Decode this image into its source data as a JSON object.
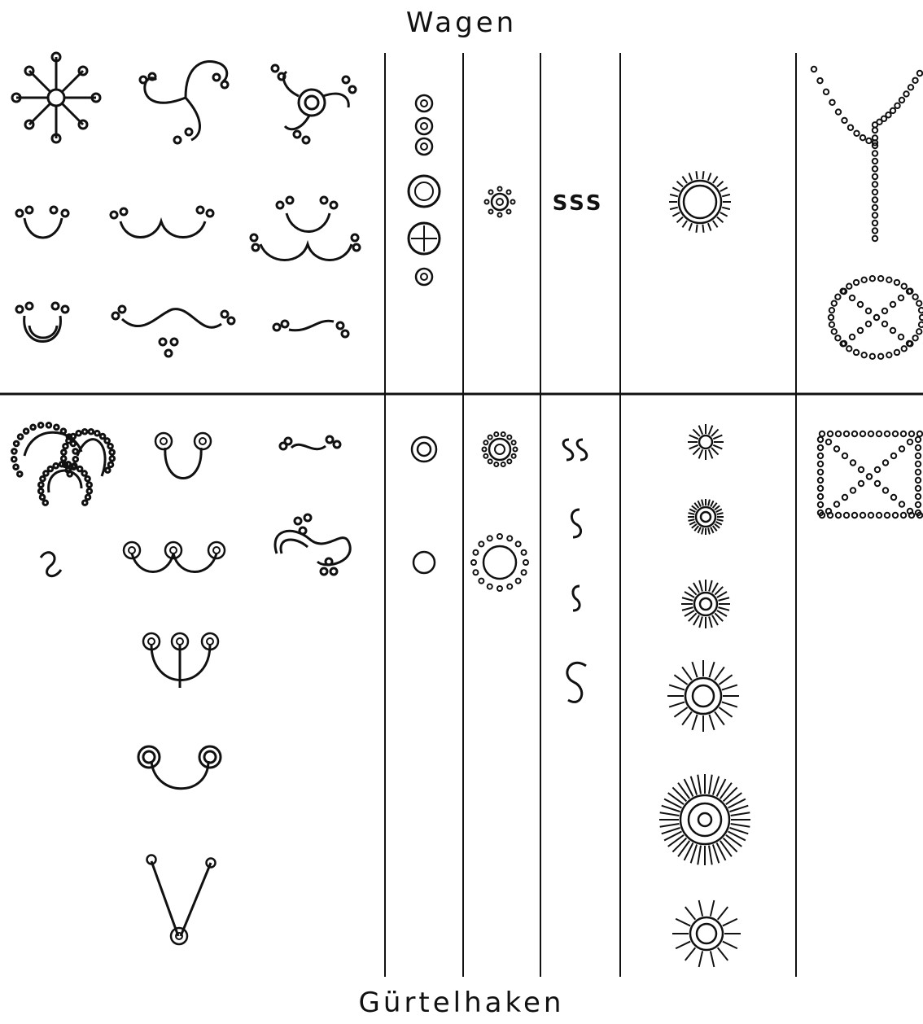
{
  "labels": {
    "top": "Wagen",
    "bottom": "Gürtelhaken"
  },
  "columns": [
    {
      "id": "spiral-motifs"
    },
    {
      "id": "dot-column"
    },
    {
      "id": "ring-column"
    },
    {
      "id": "s-column",
      "text_motif": "SSS"
    },
    {
      "id": "rosette-column"
    },
    {
      "id": "dotted-line-column"
    }
  ],
  "colors": {
    "ink": "#111111",
    "background": "#ffffff"
  }
}
